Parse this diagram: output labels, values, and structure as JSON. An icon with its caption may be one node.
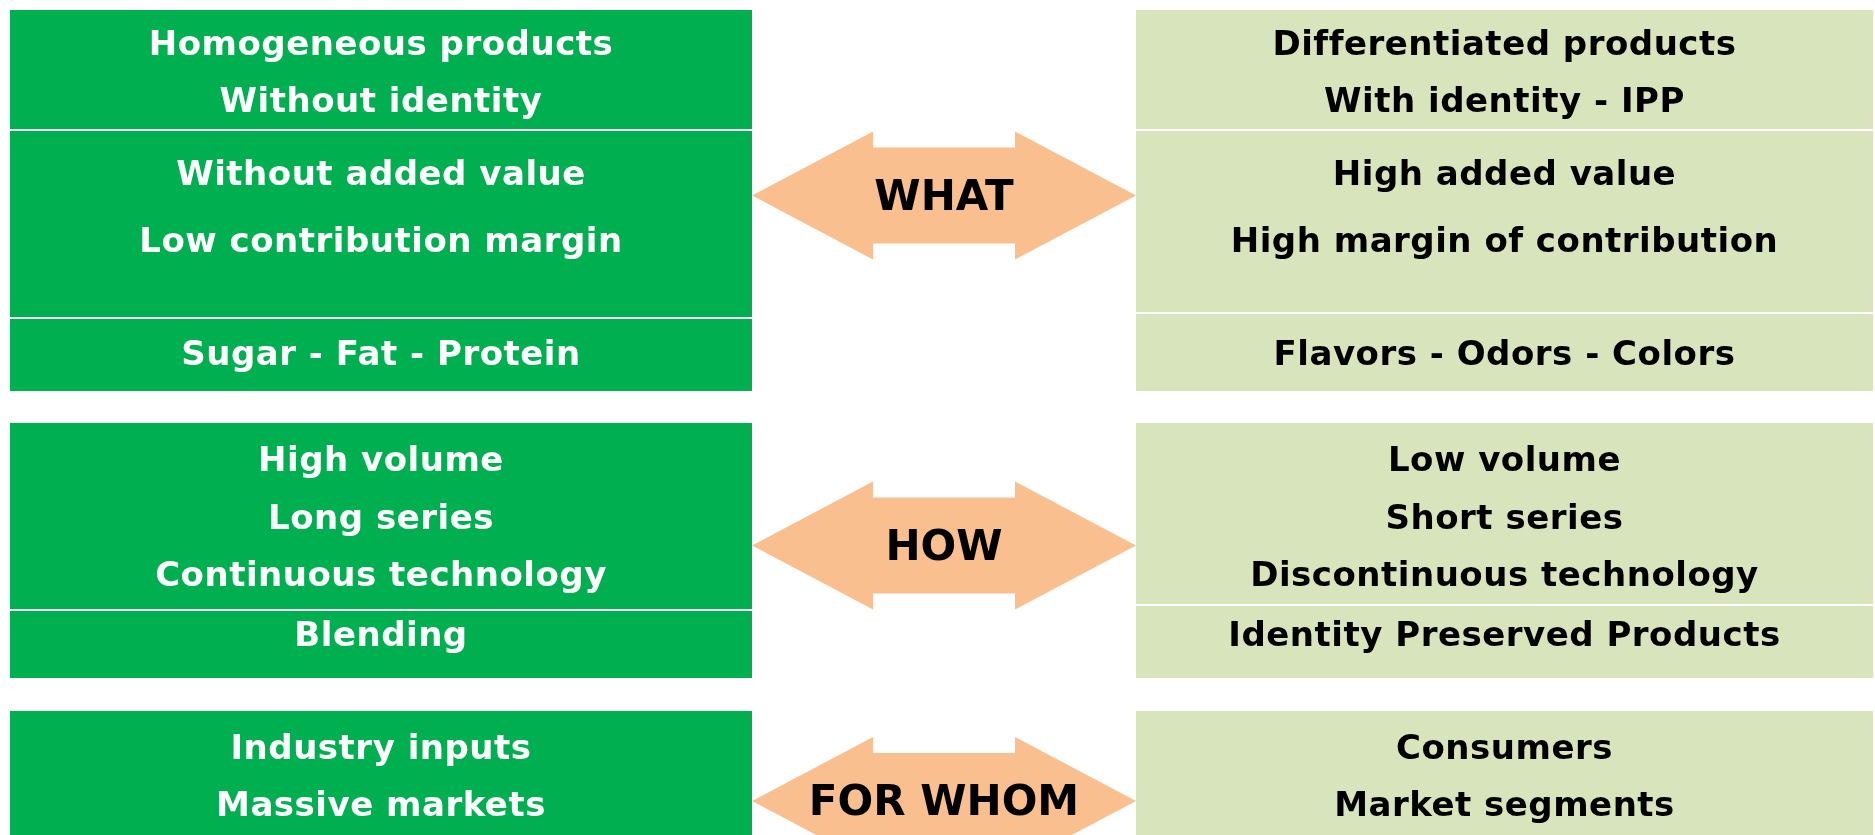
{
  "diagram": {
    "nodes": [
      {
        "text": [
          "Homogeneous products",
          "Without identity",
          "Without added value",
          "Low contribution margin",
          "Sugar - Fat - Protein"
        ]
      },
      {
        "text": [
          "Differentiated products",
          "With identity - IPP",
          "High added value",
          "High margin of contribution",
          "Flavors - Odors - Colors"
        ]
      },
      {
        "text": [
          "High volume",
          "Long series",
          "Continuous technology",
          "Blending"
        ]
      },
      {
        "text": [
          "Low volume",
          "Short series",
          "Discontinuous technology",
          "Identity Preserved Products"
        ]
      },
      {
        "text": [
          "Industry inputs",
          "Massive markets"
        ]
      },
      {
        "text": [
          "Consumers",
          "Market segments"
        ]
      }
    ],
    "edges": [
      {
        "from": 0,
        "to": 1,
        "arrow": "both",
        "label": "WHAT"
      },
      {
        "from": 2,
        "to": 3,
        "arrow": "both",
        "label": "HOW"
      },
      {
        "from": 4,
        "to": 5,
        "arrow": "both",
        "label": "FOR WHOM"
      }
    ]
  }
}
